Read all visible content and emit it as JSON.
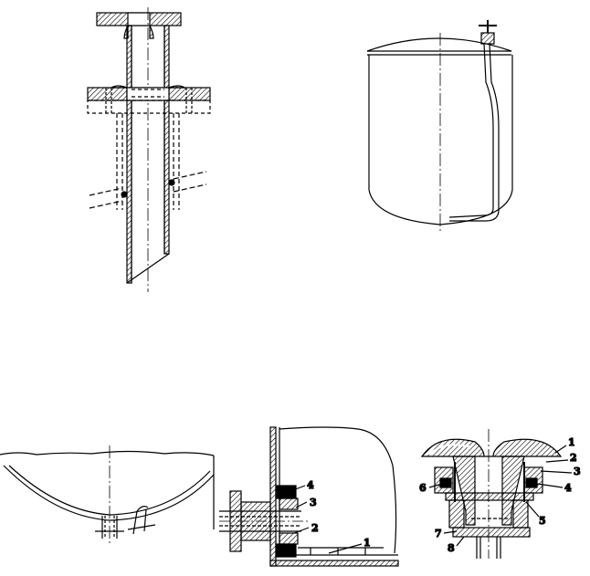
{
  "figures": [
    {
      "id": "fig-inlet-pipe"
    },
    {
      "id": "fig-vessel-dip-tube"
    },
    {
      "id": "fig-dished-bottom-outlet"
    },
    {
      "id": "fig-side-nozzle",
      "labels": [
        "1",
        "2",
        "3",
        "4"
      ]
    },
    {
      "id": "fig-bottom-valve",
      "labels": [
        "1",
        "2",
        "3",
        "4",
        "5",
        "6",
        "7",
        "8"
      ]
    }
  ],
  "colors": {
    "line": "#000000",
    "hatch": "#000000",
    "background": "#ffffff"
  }
}
